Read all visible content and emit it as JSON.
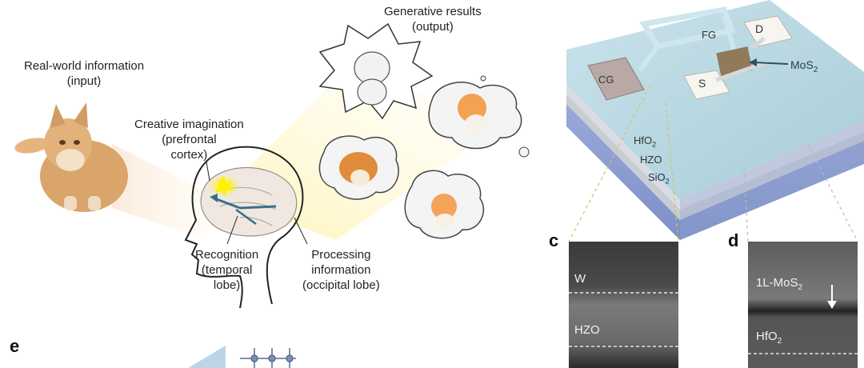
{
  "left_panel": {
    "input_label_1": "Real-world information",
    "input_label_2": "(input)",
    "output_label_1": "Generative results",
    "output_label_2": "(output)",
    "creative_1": "Creative imagination",
    "creative_2": "(prefrontal",
    "creative_3": "cortex)",
    "recognition_1": "Recognition",
    "recognition_2": "(temporal",
    "recognition_3": "lobe)",
    "processing_1": "Processing",
    "processing_2": "information",
    "processing_3": "(occipital lobe)"
  },
  "device": {
    "cg": "CG",
    "fg": "FG",
    "d": "D",
    "s": "S",
    "mos2": "MoS",
    "mos2_sub": "2",
    "hfo2": "HfO",
    "hfo2_sub": "2",
    "hzo": "HZO",
    "sio2": "SiO",
    "sio2_sub": "2"
  },
  "panel_c": {
    "letter": "c",
    "w": "W",
    "hzo": "HZO"
  },
  "panel_d": {
    "letter": "d",
    "mos2": "1L-MoS",
    "mos2_sub": "2",
    "hfo2": "HfO",
    "hfo2_sub": "2"
  },
  "panel_e": {
    "letter": "e"
  }
}
